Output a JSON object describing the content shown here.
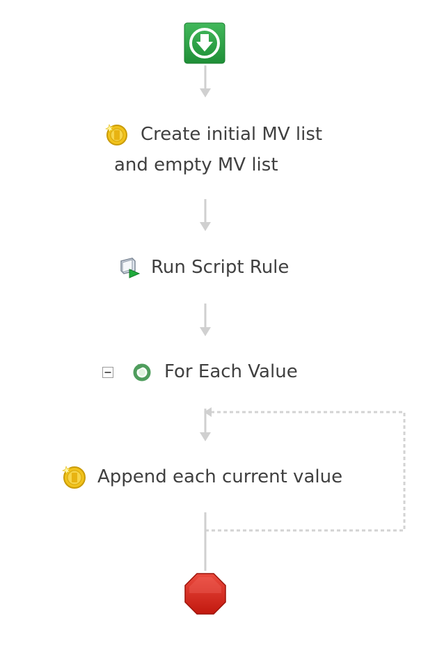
{
  "diagram": {
    "nodes": [
      {
        "id": "start",
        "kind": "start",
        "icon": "start-download-icon"
      },
      {
        "id": "create-lists",
        "kind": "activity",
        "icon": "coin-activity-icon",
        "label_line1": "Create initial MV list",
        "label_line2": "and empty MV list"
      },
      {
        "id": "run-script",
        "kind": "activity",
        "icon": "script-run-icon",
        "label": "Run Script Rule"
      },
      {
        "id": "for-each",
        "kind": "loop",
        "icon": "loop-refresh-icon",
        "toggle_icon": "collapse-minus-icon",
        "label": "For Each Value"
      },
      {
        "id": "append-value",
        "kind": "activity",
        "icon": "coin-activity-icon",
        "label": "Append each current value"
      },
      {
        "id": "end",
        "kind": "end",
        "icon": "stop-octagon-icon"
      }
    ],
    "colors": {
      "connector": "#cfcfcf",
      "start_green": "#2aa344",
      "end_red": "#d9261c",
      "coin_gold": "#f2c316",
      "loop_green": "#4f9d5d"
    }
  }
}
